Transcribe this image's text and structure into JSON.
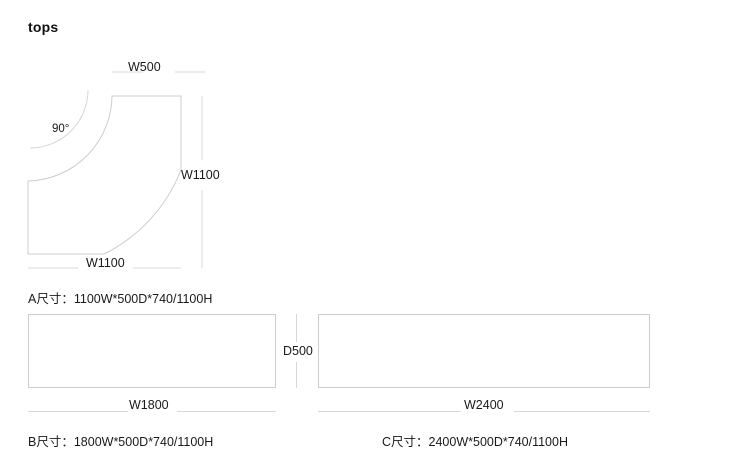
{
  "page": {
    "title": "tops",
    "background": "#ffffff",
    "line_color": "#cccccc",
    "dim_line_color": "#d8d8d8",
    "text_color": "#1a1a1a"
  },
  "figures": [
    {
      "id": "A",
      "shape": "curved-corner-worktop",
      "dimensions": {
        "top": "W500",
        "right": "W1100",
        "bottom": "W1100",
        "angle": "90°"
      },
      "caption": "A尺寸：1100W*500D*740/1100H"
    },
    {
      "id": "B",
      "shape": "rectangle",
      "dimensions": {
        "bottom": "W1800",
        "right": "D500"
      },
      "caption": "B尺寸：1800W*500D*740/1100H"
    },
    {
      "id": "C",
      "shape": "rectangle",
      "dimensions": {
        "bottom": "W2400"
      },
      "caption": "C尺寸：2400W*500D*740/1100H"
    }
  ],
  "labels": {
    "a_top": "W500",
    "a_right": "W1100",
    "a_bottom": "W1100",
    "a_angle": "90°",
    "a_caption": "A尺寸：1100W*500D*740/1100H",
    "b_bottom": "W1800",
    "bc_depth": "D500",
    "b_caption": "B尺寸：1800W*500D*740/1100H",
    "c_bottom": "W2400",
    "c_caption": "C尺寸：2400W*500D*740/1100H"
  }
}
